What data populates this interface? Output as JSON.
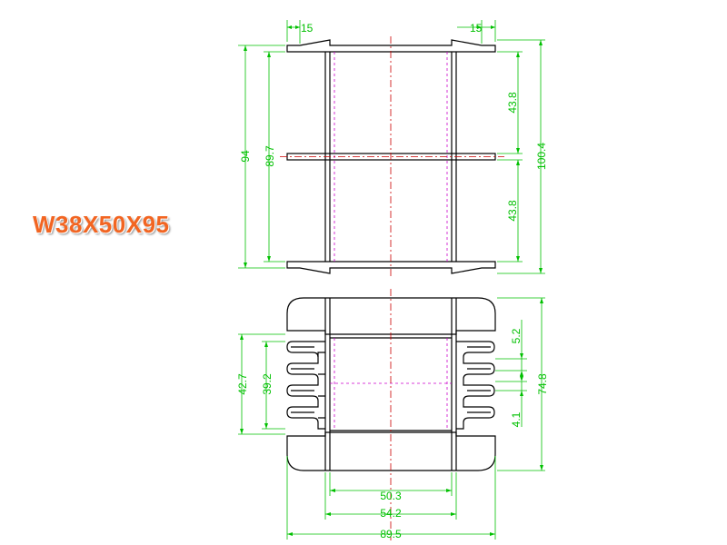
{
  "title": "W38X50X95",
  "colors": {
    "title": "#f26522",
    "dimension": "#00c000",
    "object_line": "#000000",
    "center_line": "#cc0000",
    "hidden_line": "#cc00cc"
  },
  "dimensions": {
    "front_view": {
      "flange_left_width": "15",
      "flange_right_width": "15",
      "overall_height": "94",
      "inner_height": "89.7",
      "upper_section": "43.8",
      "lower_section": "43.8",
      "total_height": "100.4"
    },
    "top_view": {
      "slot_pitch": "5.2",
      "slot_width": "4.1",
      "total_depth": "74.8",
      "pin_span_outer": "42.7",
      "pin_span_inner": "39.2",
      "inner_width": "50.3",
      "outer_width": "54.2",
      "total_width": "89.5"
    }
  }
}
